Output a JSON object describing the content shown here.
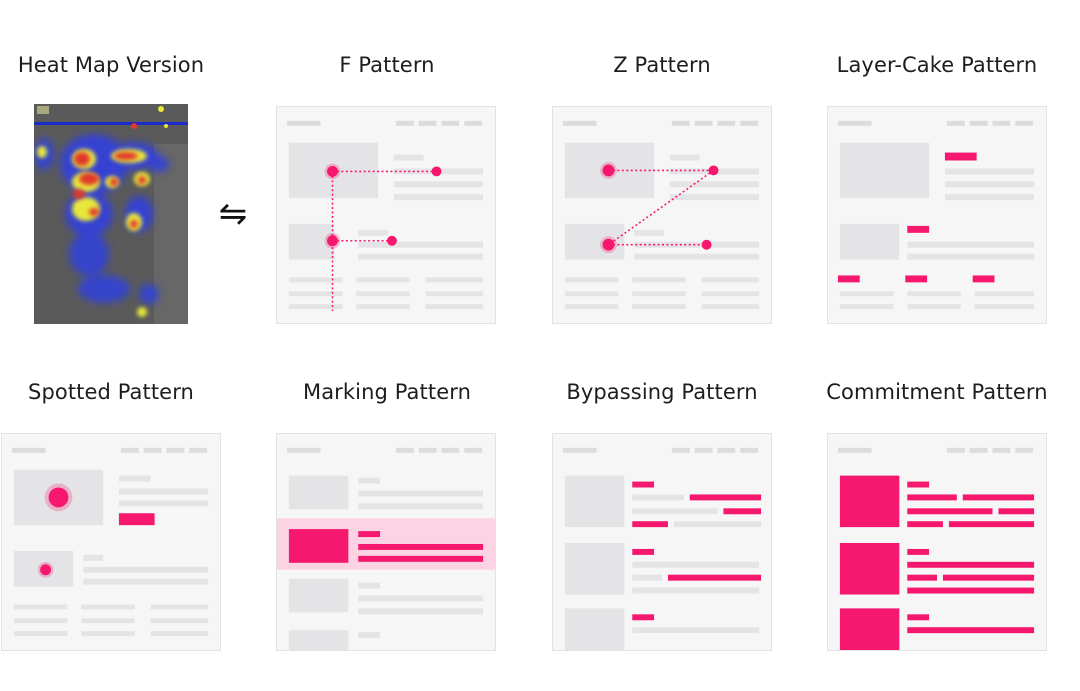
{
  "titles": {
    "heatmap": "Heat Map Version",
    "f": "F Pattern",
    "z": "Z Pattern",
    "layer": "Layer-Cake Pattern",
    "spotted": "Spotted Pattern",
    "marking": "Marking Pattern",
    "bypassing": "Bypassing Pattern",
    "commitment": "Commitment Pattern"
  },
  "icons": {
    "swap": "⇋"
  },
  "colors": {
    "accent": "#f5186e",
    "placeholder": "#e4e4e6",
    "placeholder_dark": "#dcdcde",
    "card_bg": "#f6f6f7",
    "highlight_band": "#fbd3e3",
    "heat_bg": "#595959"
  }
}
